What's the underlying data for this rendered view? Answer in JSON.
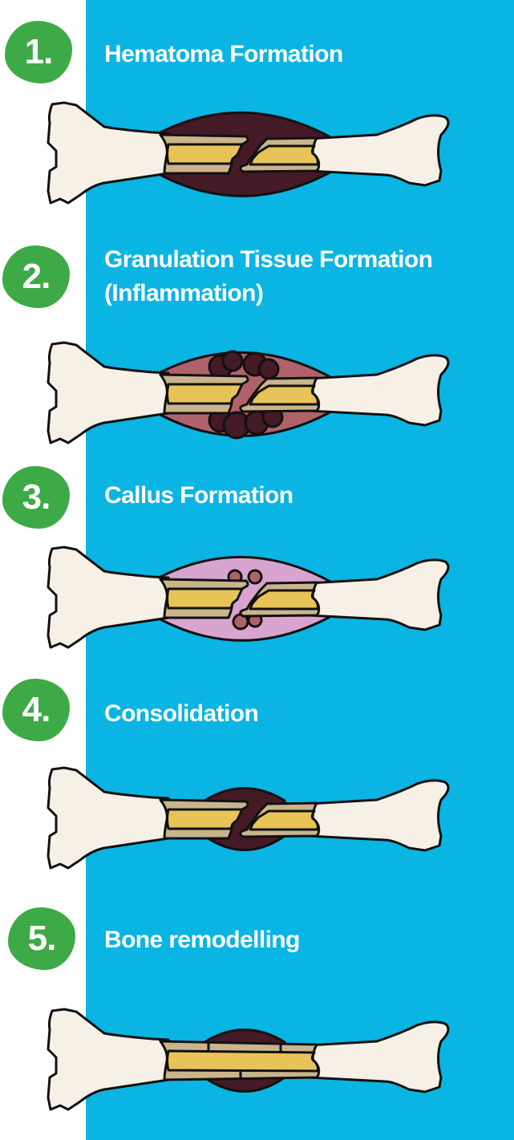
{
  "colors": {
    "panel": "#0AB4E3",
    "badge": "#3DAA47",
    "bone": "#F6F0E6",
    "marrow": "#E8C357",
    "cortex": "#C9B48C",
    "outline": "#111111"
  },
  "steps": [
    {
      "number": "1.",
      "title": "Hematoma Formation",
      "subtitle": "",
      "lens_color": "#441A26",
      "blob_color": ""
    },
    {
      "number": "2.",
      "title": "Granulation Tissue Formation",
      "subtitle": "(Inflammation)",
      "lens_color": "#B0626A",
      "blob_color": "#441A26"
    },
    {
      "number": "3.",
      "title": "Callus Formation",
      "subtitle": "",
      "lens_color": "#D9A4CF",
      "blob_color": "#B0626A"
    },
    {
      "number": "4.",
      "title": "Consolidation",
      "subtitle": "",
      "lens_color": "#441A26",
      "blob_color": ""
    },
    {
      "number": "5.",
      "title": "Bone remodelling",
      "subtitle": "",
      "lens_color": "#441A26",
      "blob_color": ""
    }
  ]
}
